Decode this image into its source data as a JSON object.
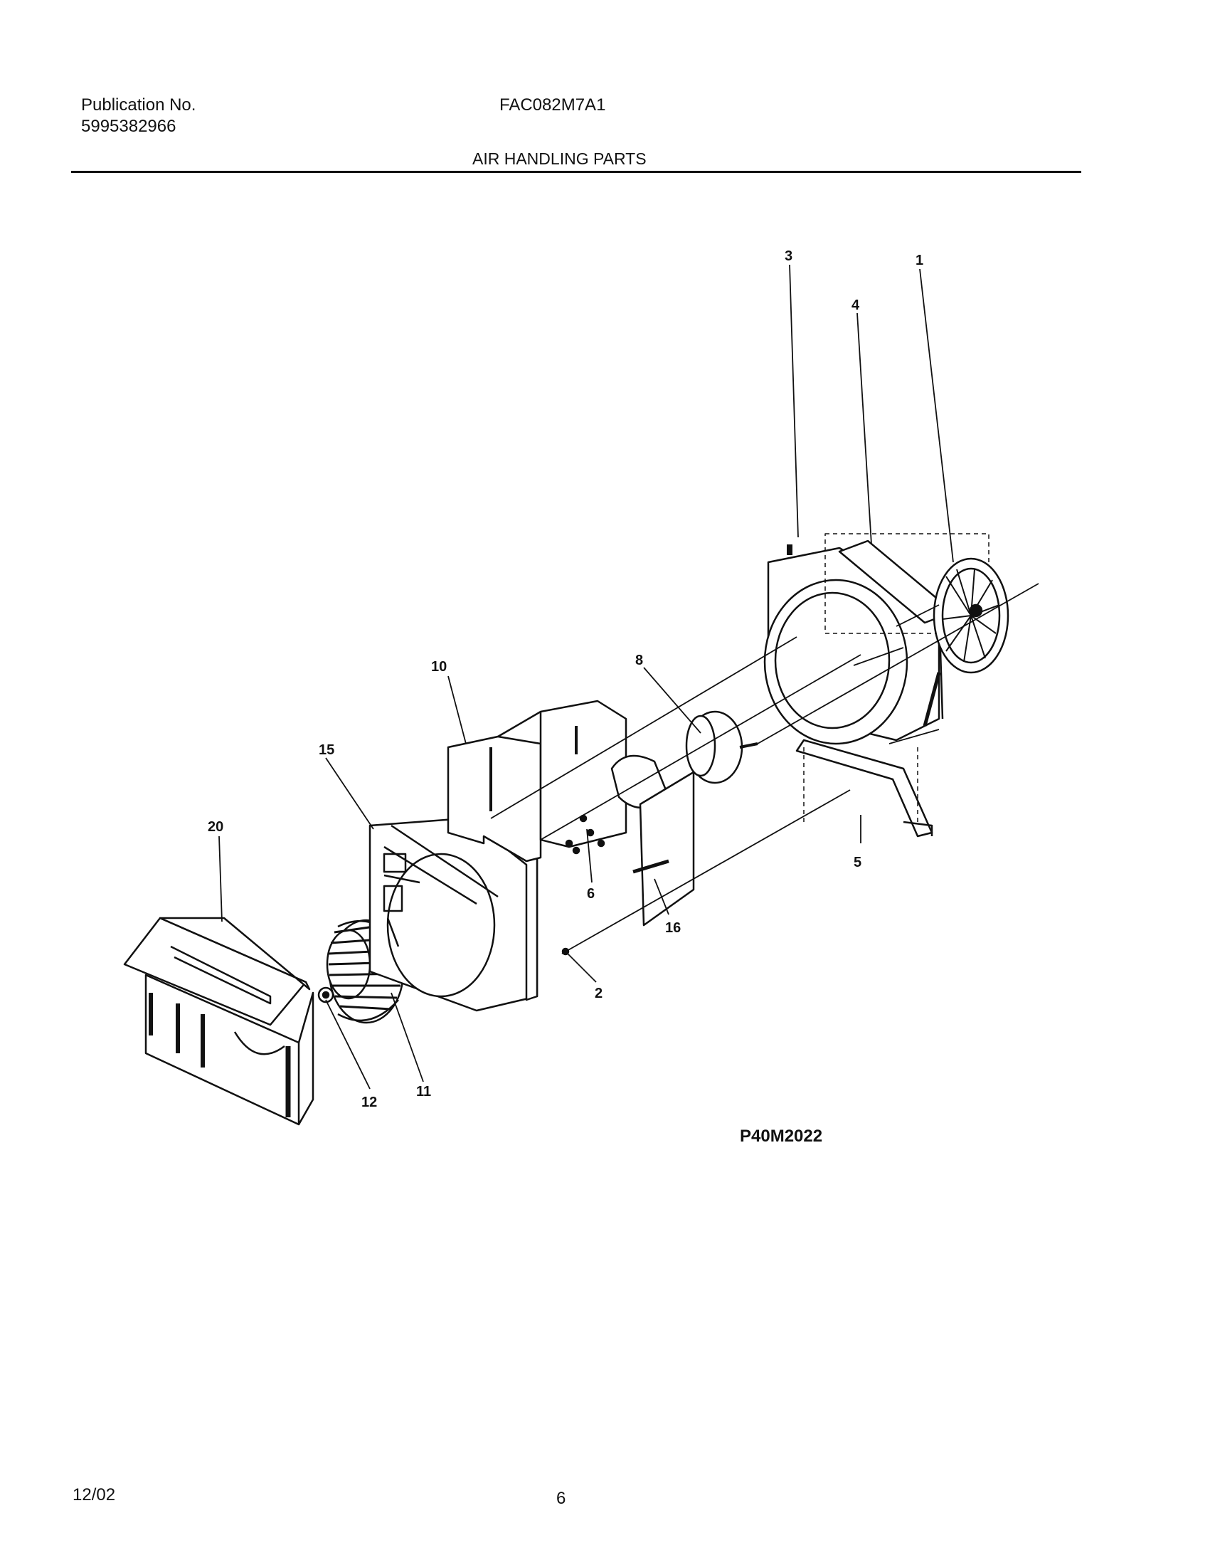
{
  "header": {
    "publication_label": "Publication No.",
    "publication_number": "5995382966",
    "model": "FAC082M7A1",
    "section_title": "AIR HANDLING PARTS"
  },
  "diagram": {
    "callouts": {
      "c1": "1",
      "c2": "2",
      "c3": "3",
      "c4": "4",
      "c5": "5",
      "c6": "6",
      "c8": "8",
      "c10": "10",
      "c11": "11",
      "c12": "12",
      "c15": "15",
      "c16": "16",
      "c20": "20"
    },
    "drawing_code": "P40M2022"
  },
  "footer": {
    "date": "12/02",
    "page_number": "6"
  }
}
